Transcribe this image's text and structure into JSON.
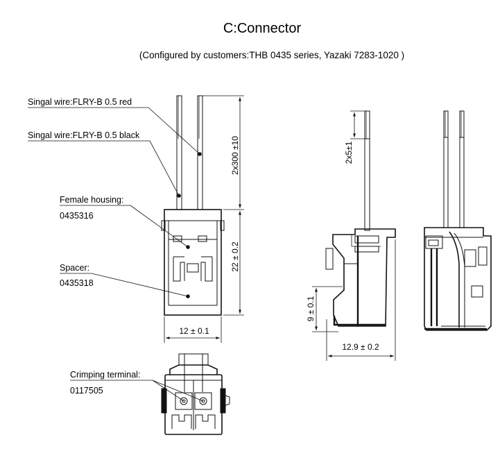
{
  "title": "C:Connector",
  "subtitle": "(Configured by customers:THB 0435 series, Yazaki 7283-1020 )",
  "callouts": {
    "signal_red": "Singal wire:FLRY-B 0.5 red",
    "signal_black": "Singal wire:FLRY-B 0.5 black",
    "female_housing_label": "Female housing:",
    "female_housing_part": "0435316",
    "spacer_label": "Spacer:",
    "spacer_part": "0435318",
    "crimp_label": "Crimping terminal:",
    "crimp_part": "0117505"
  },
  "dimensions": {
    "wire_length": "2x300 ±10",
    "housing_height": "22 ± 0.2",
    "housing_width": "12 ± 0.1",
    "strip_length": "2x5±1",
    "latch_height": "9 ± 0.1",
    "side_width": "12.9 ± 0.2"
  }
}
